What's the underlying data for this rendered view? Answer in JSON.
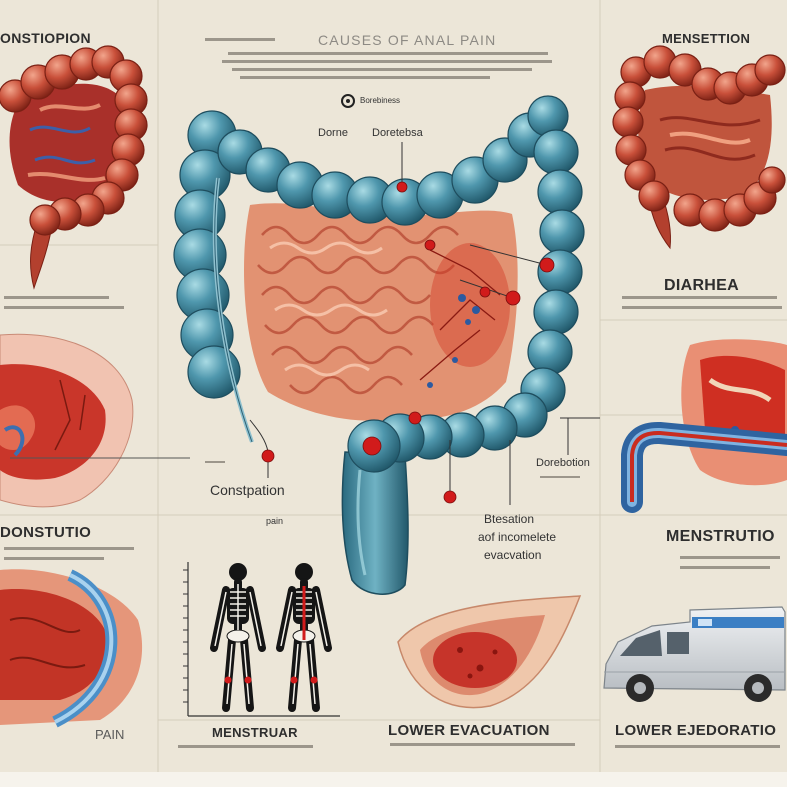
{
  "title": "CAUSES OF ANAL PAIN",
  "panels": {
    "top_left": {
      "heading": "ONSTIOPION"
    },
    "top_right": {
      "heading": "MENSETTION"
    },
    "right_middle": {
      "heading": "DIARHEA"
    },
    "left_middle": {
      "heading": "DONSTUTIO"
    },
    "right_lower": {
      "heading": "MENSTRUTIO"
    },
    "bottom_left": {
      "heading": "PAIN"
    },
    "bottom_center_left": {
      "heading": "MENSTRUAR"
    },
    "bottom_center": {
      "heading": "LOWER EVACUATION"
    },
    "bottom_right": {
      "heading": "LOWER EJEDORATIO"
    }
  },
  "center_labels": {
    "legend": "Borebiness",
    "label_a": "Dorne",
    "label_b": "Doretebsa",
    "constipation": "Constpation",
    "pain": "pain",
    "label_c": "Dorebotion",
    "note_line_1": "Btesation",
    "note_line_2": "aof incomelete",
    "note_line_3": "evacvation"
  },
  "colors": {
    "background": "#ece6d8",
    "colon_blue": "#3b8199",
    "colon_red": "#c6503a",
    "intestine": "#e29272",
    "marker_red": "#d11b1b",
    "van_stripe": "#3b7fc4"
  }
}
